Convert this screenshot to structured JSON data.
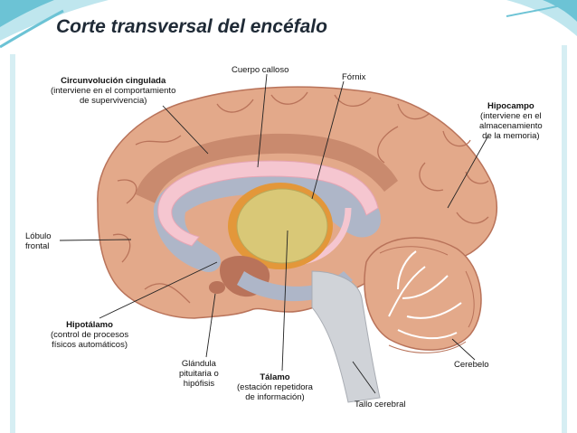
{
  "title": "Corte transversal del encéfalo",
  "labels": {
    "circunvolucion_name": "Circunvolución cingulada",
    "circunvolucion_desc1": "(interviene en el comportamiento",
    "circunvolucion_desc2": "de supervivencia)",
    "cuerpo_calloso": "Cuerpo calloso",
    "fornix": "Fórnix",
    "hipocampo_name": "Hipocampo",
    "hipocampo_desc1": "(interviene en el",
    "hipocampo_desc2": "almacenamiento",
    "hipocampo_desc3": "de la memoria)",
    "lobulo_1": "Lóbulo",
    "lobulo_2": "frontal",
    "hipotalamo_name": "Hipotálamo",
    "hipotalamo_desc1": "(control de procesos",
    "hipotalamo_desc2": "físicos automáticos)",
    "glandula_1": "Glándula",
    "glandula_2": "pituitaria o",
    "glandula_3": "hipófisis",
    "talamo_name": "Tálamo",
    "talamo_desc1": "(estación repetidora",
    "talamo_desc2": "de información)",
    "cerebelo": "Cerebelo",
    "tallo": "Tallo cerebral"
  },
  "colors": {
    "accent_teal": "#6cc3d5",
    "cortex": "#e3a98a",
    "cortex_dark": "#b9735a",
    "ventricle": "#aeb6c8",
    "corpus_callosum": "#f5c6d0",
    "thalamus": "#d9c877",
    "brainstem": "#d0d3d8"
  }
}
